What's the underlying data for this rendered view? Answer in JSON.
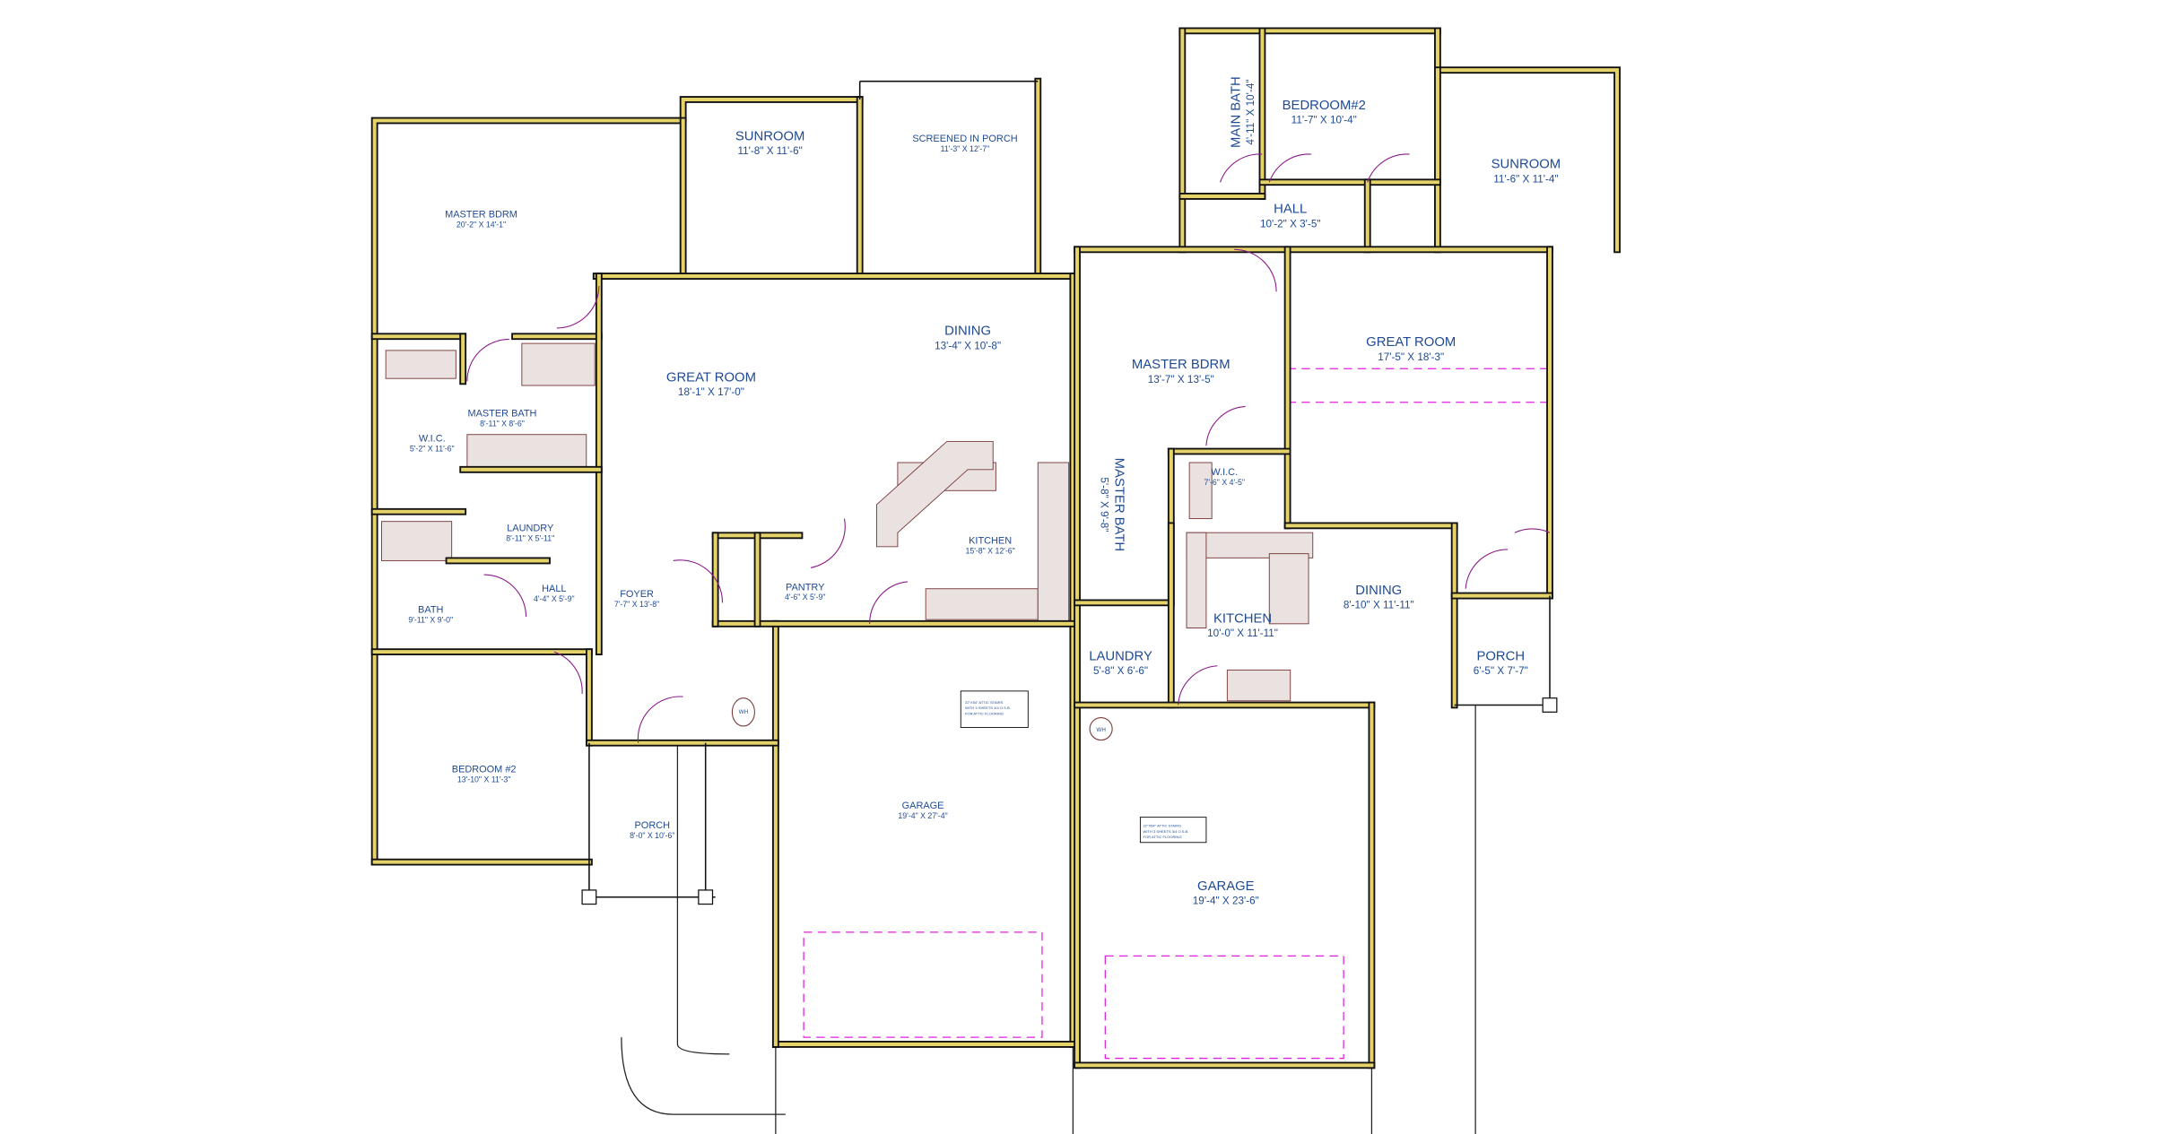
{
  "colors": {
    "wall_fill": "#e5d36a",
    "wall_edge": "#111111",
    "label": "#1f4a93",
    "door": "#8a1a8a",
    "fixture": "#7a3b3b",
    "counter": "#e9e2e0",
    "dashed": "#e020e0"
  },
  "left_unit": {
    "rooms": [
      {
        "id": "master-bdrm",
        "name": "MASTER BDRM",
        "dim": "20'-2\" X 14'-1\""
      },
      {
        "id": "sunroom",
        "name": "SUNROOM",
        "dim": "11'-8\" X 11'-6\""
      },
      {
        "id": "screened-porch",
        "name": "SCREENED IN PORCH",
        "dim": "11'-3\" X 12'-7\""
      },
      {
        "id": "great-room",
        "name": "GREAT ROOM",
        "dim": "18'-1\" X 17'-0\""
      },
      {
        "id": "dining",
        "name": "DINING",
        "dim": "13'-4\" X 10'-8\""
      },
      {
        "id": "master-bath",
        "name": "MASTER BATH",
        "dim": "8'-11\" X 8'-6\""
      },
      {
        "id": "wic",
        "name": "W.I.C.",
        "dim": "5'-2\" X 11'-6\""
      },
      {
        "id": "laundry",
        "name": "LAUNDRY",
        "dim": "8'-11\" X 5'-11\""
      },
      {
        "id": "hall",
        "name": "HALL",
        "dim": "4'-4\" X 5'-9\""
      },
      {
        "id": "foyer",
        "name": "FOYER",
        "dim": "7'-7\" X 13'-8\""
      },
      {
        "id": "bath",
        "name": "BATH",
        "dim": "9'-11\" X 9'-0\""
      },
      {
        "id": "pantry",
        "name": "PANTRY",
        "dim": "4'-6\" X 5'-9\""
      },
      {
        "id": "kitchen",
        "name": "KITCHEN",
        "dim": "15'-8\" X 12'-6\""
      },
      {
        "id": "bedroom-2",
        "name": "BEDROOM #2",
        "dim": "13'-10\" X 11'-3\""
      },
      {
        "id": "porch",
        "name": "PORCH",
        "dim": "8'-0\" X 10'-6\""
      },
      {
        "id": "garage",
        "name": "GARAGE",
        "dim": "19'-4\" X 27'-4\""
      }
    ],
    "water_heater": "WH",
    "attic_note": [
      "22\"X54\" ATTIC STAIRS",
      "WITH 3 SHEETS 3/4 O.S.B.",
      "FOR ATTIC FLOORING"
    ]
  },
  "right_unit": {
    "rooms": [
      {
        "id": "bedroom-2",
        "name": "BEDROOM#2",
        "dim": "11'-7\" X 10'-4\""
      },
      {
        "id": "main-bath",
        "name": "MAIN BATH",
        "dim": "4'-11\" X 10'-4\""
      },
      {
        "id": "hall",
        "name": "HALL",
        "dim": "10'-2\" X 3'-5\""
      },
      {
        "id": "sunroom",
        "name": "SUNROOM",
        "dim": "11'-6\" X 11'-4\""
      },
      {
        "id": "master-bdrm",
        "name": "MASTER BDRM",
        "dim": "13'-7\" X 13'-5\""
      },
      {
        "id": "great-room",
        "name": "GREAT ROOM",
        "dim": "17'-5\" X 18'-3\""
      },
      {
        "id": "wic",
        "name": "W.I.C.",
        "dim": "7'-6\" X 4'-5\""
      },
      {
        "id": "master-bath",
        "name": "MASTER BATH",
        "dim": "5'-8\" X 9'-8\""
      },
      {
        "id": "kitchen",
        "name": "KITCHEN",
        "dim": "10'-0\" X 11'-11\""
      },
      {
        "id": "dining",
        "name": "DINING",
        "dim": "8'-10\" X 11'-11\""
      },
      {
        "id": "laundry",
        "name": "LAUNDRY",
        "dim": "5'-8\" X 6'-6\""
      },
      {
        "id": "porch",
        "name": "PORCH",
        "dim": "6'-5\" X 7'-7\""
      },
      {
        "id": "garage",
        "name": "GARAGE",
        "dim": "19'-4\" X 23'-6\""
      }
    ],
    "water_heater": "WH",
    "attic_note": [
      "22\"X54\" ATTIC STAIRS",
      "WITH 3 SHEETS 3/4 O.S.B.",
      "FOR ATTIC FLOORING"
    ]
  }
}
